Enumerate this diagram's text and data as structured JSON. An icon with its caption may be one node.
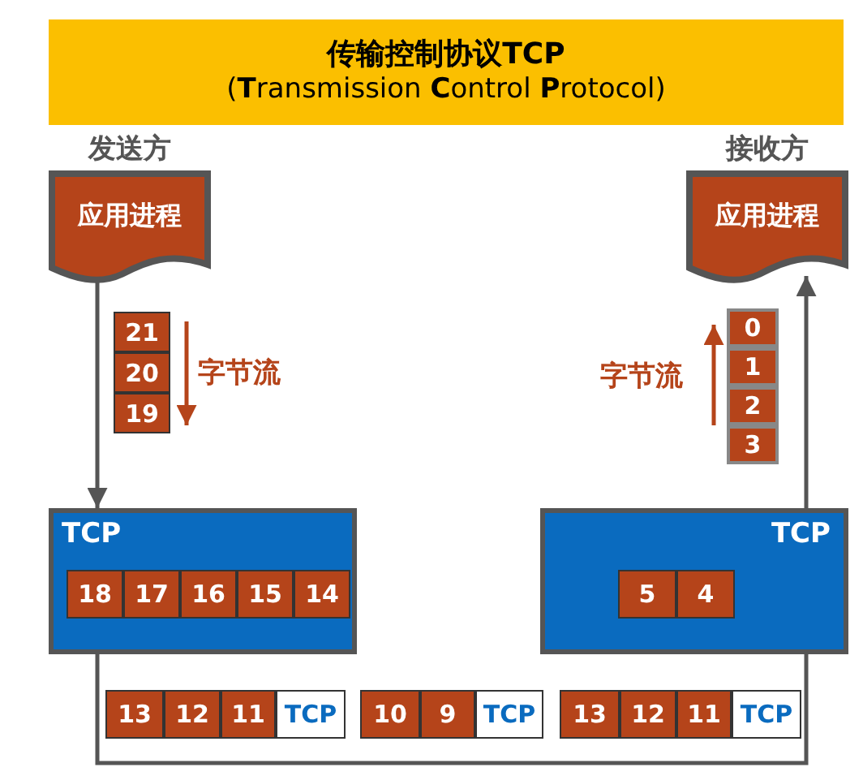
{
  "diagram": {
    "nodes": [
      {
        "text": [
          "传输控制协议TCP",
          "(**T**ransmission **C**ontrol **P**rotocol)"
        ]
      },
      {
        "text": [
          "应用进程"
        ],
        "beside": [
          "发送方"
        ]
      },
      {
        "text": [
          "应用进程"
        ],
        "beside": [
          "接收方"
        ]
      },
      {
        "text": [
          "21"
        ]
      },
      {
        "text": [
          "20"
        ]
      },
      {
        "text": [
          "19"
        ]
      },
      {
        "text": [
          "TCP"
        ]
      },
      {
        "text": [
          "18"
        ],
        "in": 6
      },
      {
        "text": [
          "17"
        ],
        "in": 6
      },
      {
        "text": [
          "16"
        ],
        "in": 6
      },
      {
        "text": [
          "15"
        ],
        "in": 6
      },
      {
        "text": [
          "14"
        ],
        "in": 6
      },
      {
        "text": [
          "TCP"
        ]
      },
      {
        "text": [
          "5"
        ],
        "in": 12
      },
      {
        "text": [
          "4"
        ],
        "in": 12
      },
      {
        "text": [
          "0"
        ]
      },
      {
        "text": [
          "1"
        ]
      },
      {
        "text": [
          "2"
        ]
      },
      {
        "text": [
          "3"
        ]
      },
      {
        "text": [
          "13"
        ]
      },
      {
        "text": [
          "12"
        ]
      },
      {
        "text": [
          "11"
        ]
      },
      {
        "text": [
          "TCP"
        ]
      },
      {
        "text": [
          "10"
        ]
      },
      {
        "text": [
          "9"
        ]
      },
      {
        "text": [
          "TCP"
        ]
      },
      {
        "text": [
          "13"
        ]
      },
      {
        "text": [
          "12"
        ]
      },
      {
        "text": [
          "11"
        ]
      },
      {
        "text": [
          "TCP"
        ]
      }
    ],
    "edges": [
      {
        "from": 1,
        "to": 6,
        "arrow": "to"
      },
      {
        "from": 6,
        "to": 12,
        "arrow": "none"
      },
      {
        "from": 12,
        "to": 2,
        "arrow": "to"
      }
    ],
    "labels": [
      "字节流",
      "字节流"
    ]
  }
}
